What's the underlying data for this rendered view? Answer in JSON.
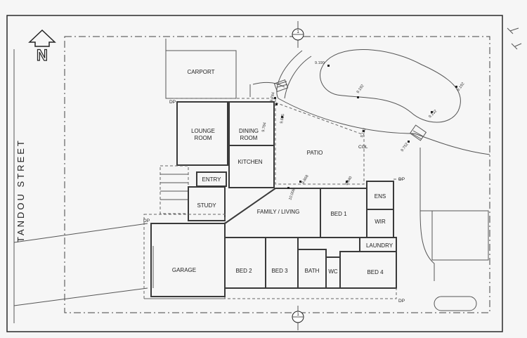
{
  "street": "TANDOU STREET",
  "north_letter": "N",
  "section_marker": "1",
  "rooms": {
    "carport": "CARPORT",
    "lounge_line1": "LOUNGE",
    "lounge_line2": "ROOM",
    "dining_line1": "DINING",
    "dining_line2": "ROOM",
    "kitchen": "KITCHEN",
    "patio": "PATIO",
    "entry": "ENTRY",
    "study": "STUDY",
    "family": "FAMILY  /  LIVING",
    "bed1": "BED  1",
    "ens": "ENS",
    "wir": "WIR",
    "laundry": "LAUNDRY",
    "garage": "GARAGE",
    "bed2": "BED  2",
    "bed3": "BED  3",
    "bath": "BATH",
    "wc": "WC",
    "bed4": "BED  4"
  },
  "tags": {
    "dp_tl": "DP",
    "dp_left": "DP",
    "dp_right": "DP",
    "dp_br": "DP",
    "col": "COL"
  },
  "levels": [
    "9.190",
    "9.192",
    "9.192",
    "9.132",
    "9.752",
    "9.784",
    "9.625",
    "9.764",
    "9.153",
    "9.868",
    "10.006",
    "9.840"
  ]
}
